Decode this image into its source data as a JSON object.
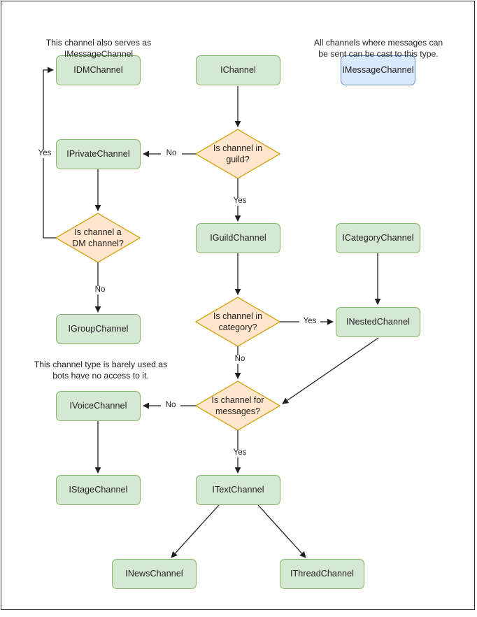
{
  "diagram": {
    "title": "Discord channel interface hierarchy flowchart",
    "colors": {
      "node_green_fill": "#d5e8d4",
      "node_green_stroke": "#82b366",
      "node_blue_fill": "#dae8fc",
      "node_blue_stroke": "#6c8ebf",
      "decision_fill": "#ffe6cc",
      "decision_stroke": "#d79b00",
      "edge_stroke": "#1f1f1f",
      "page_border": "#2b2b2b",
      "background": "#ffffff"
    },
    "nodes": [
      {
        "id": "idmchannel",
        "label": "IDMChannel",
        "type": "process",
        "style": "green"
      },
      {
        "id": "ichannel",
        "label": "IChannel",
        "type": "process",
        "style": "green"
      },
      {
        "id": "imessagechannel",
        "label": "IMessageChannel",
        "type": "process",
        "style": "blue"
      },
      {
        "id": "iprivatechannel",
        "label": "IPrivateChannel",
        "type": "process",
        "style": "green"
      },
      {
        "id": "iguildchannel",
        "label": "IGuildChannel",
        "type": "process",
        "style": "green"
      },
      {
        "id": "icategorychannel",
        "label": "ICategoryChannel",
        "type": "process",
        "style": "green"
      },
      {
        "id": "igroupchannel",
        "label": "IGroupChannel",
        "type": "process",
        "style": "green"
      },
      {
        "id": "inestedchannel",
        "label": "INestedChannel",
        "type": "process",
        "style": "green"
      },
      {
        "id": "ivoicechannel",
        "label": "IVoiceChannel",
        "type": "process",
        "style": "green"
      },
      {
        "id": "istagechannel",
        "label": "IStageChannel",
        "type": "process",
        "style": "green"
      },
      {
        "id": "itextchannel",
        "label": "ITextChannel",
        "type": "process",
        "style": "green"
      },
      {
        "id": "inewschannel",
        "label": "INewsChannel",
        "type": "process",
        "style": "green"
      },
      {
        "id": "ithreadchannel",
        "label": "IThreadChannel",
        "type": "process",
        "style": "green"
      }
    ],
    "decisions": [
      {
        "id": "in-guild",
        "label": "Is channel in\nguild?"
      },
      {
        "id": "is-dm",
        "label": "Is channel a\nDM channel?"
      },
      {
        "id": "in-category",
        "label": "Is channel in\ncategory?"
      },
      {
        "id": "for-messages",
        "label": "Is channel for\nmessages?"
      }
    ],
    "annotations": [
      {
        "id": "dm-note",
        "text": "This channel also serves as\nIMessageChannel"
      },
      {
        "id": "message-note",
        "text": "All channels where messages can\nbe sent can be cast to this type."
      },
      {
        "id": "group-note",
        "text": "This channel type is barely used as\nbots have no access to it."
      }
    ],
    "edge_labels": [
      {
        "id": "guild-no",
        "text": "No"
      },
      {
        "id": "guild-yes",
        "text": "Yes"
      },
      {
        "id": "dm-yes",
        "text": "Yes"
      },
      {
        "id": "dm-no",
        "text": "No"
      },
      {
        "id": "category-yes",
        "text": "Yes"
      },
      {
        "id": "category-no",
        "text": "No"
      },
      {
        "id": "messages-no",
        "text": "No"
      },
      {
        "id": "messages-yes",
        "text": "Yes"
      }
    ],
    "edges": [
      {
        "from": "ichannel",
        "to": "in-guild",
        "label": ""
      },
      {
        "from": "in-guild",
        "to": "iprivatechannel",
        "label": "No"
      },
      {
        "from": "in-guild",
        "to": "iguildchannel",
        "label": "Yes"
      },
      {
        "from": "iprivatechannel",
        "to": "is-dm",
        "label": ""
      },
      {
        "from": "is-dm",
        "to": "idmchannel",
        "label": "Yes"
      },
      {
        "from": "is-dm",
        "to": "igroupchannel",
        "label": "No"
      },
      {
        "from": "iguildchannel",
        "to": "in-category",
        "label": ""
      },
      {
        "from": "in-category",
        "to": "inestedchannel",
        "label": "Yes"
      },
      {
        "from": "in-category",
        "to": "for-messages",
        "label": "No"
      },
      {
        "from": "icategorychannel",
        "to": "inestedchannel",
        "label": ""
      },
      {
        "from": "inestedchannel",
        "to": "for-messages",
        "label": ""
      },
      {
        "from": "for-messages",
        "to": "ivoicechannel",
        "label": "No"
      },
      {
        "from": "for-messages",
        "to": "itextchannel",
        "label": "Yes"
      },
      {
        "from": "ivoicechannel",
        "to": "istagechannel",
        "label": ""
      },
      {
        "from": "itextchannel",
        "to": "inewschannel",
        "label": ""
      },
      {
        "from": "itextchannel",
        "to": "ithreadchannel",
        "label": ""
      }
    ]
  }
}
